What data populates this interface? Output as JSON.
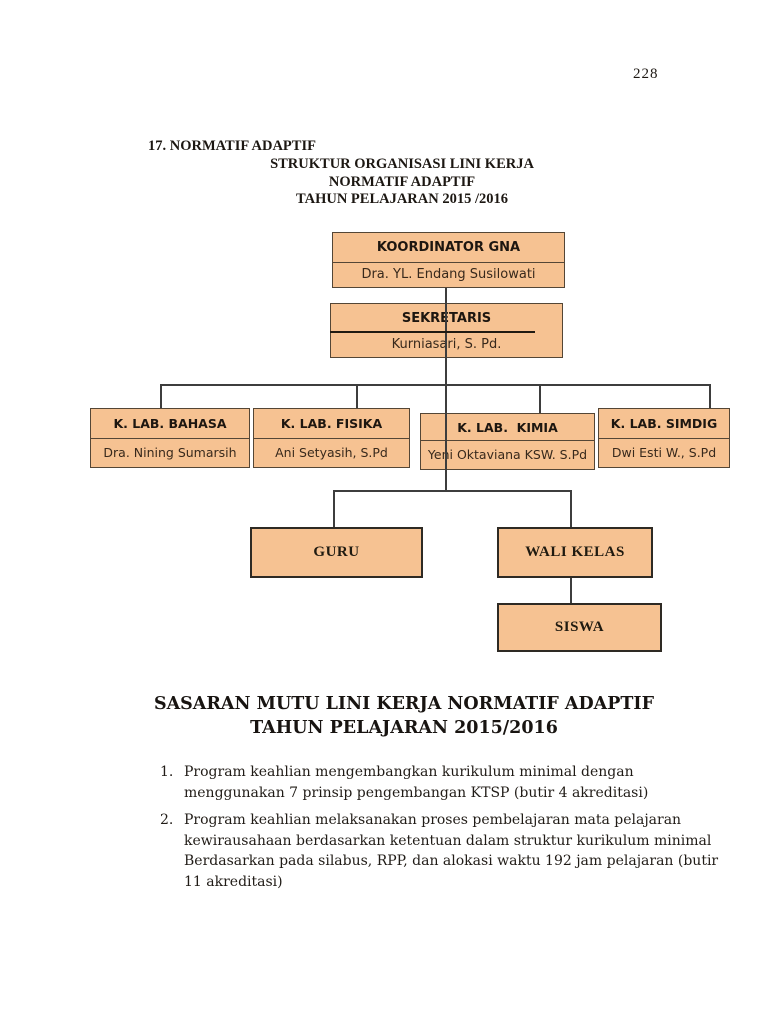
{
  "page": {
    "number": "228"
  },
  "header": {
    "section_label": "17. NORMATIF ADAPTIF",
    "title_lines": [
      "STRUKTUR ORGANISASI LINI KERJA",
      "NORMATIF ADAPTIF",
      "TAHUN PELAJARAN 2015 /2016"
    ]
  },
  "org_chart": {
    "colors": {
      "box_fill": "#F6C292",
      "box_border": "#544636",
      "line": "#3D3D3D"
    },
    "nodes": {
      "koordinator": {
        "title": "KOORDINATOR GNA",
        "name": "Dra. YL. Endang Susilowati"
      },
      "sekretaris": {
        "title": "SEKRETARIS",
        "name": "Kurniasari, S. Pd."
      },
      "lab_bahasa": {
        "title": "K. LAB. BAHASA",
        "name": "Dra. Nining Sumarsih"
      },
      "lab_fisika": {
        "title": "K. LAB. FISIKA",
        "name": "Ani Setyasih, S.Pd"
      },
      "lab_kimia": {
        "title": "K. LAB.  KIMIA",
        "name": "Yeni Oktaviana KSW. S.Pd"
      },
      "lab_simdig": {
        "title": "K. LAB. SIMDIG",
        "name": "Dwi Esti W., S.Pd"
      },
      "guru": {
        "title": "GURU"
      },
      "wali_kelas": {
        "title": "WALI KELAS"
      },
      "siswa": {
        "title": "SISWA"
      }
    }
  },
  "sasaran": {
    "title_lines": [
      "SASARAN MUTU LINI KERJA NORMATIF ADAPTIF",
      "TAHUN PELAJARAN 2015/2016"
    ],
    "items": [
      {
        "number": "1.",
        "lines": [
          "Program keahlian mengembangkan kurikulum minimal dengan",
          "menggunakan 7 prinsip pengembangan KTSP (butir 4 akreditasi)"
        ]
      },
      {
        "number": "2.",
        "lines": [
          "Program keahlian melaksanakan proses pembelajaran mata pelajaran",
          "kewirausahaan berdasarkan ketentuan dalam struktur kurikulum minimal",
          "Berdasarkan pada silabus, RPP, dan alokasi waktu 192 jam pelajaran (butir",
          "11 akreditasi)"
        ]
      }
    ]
  }
}
